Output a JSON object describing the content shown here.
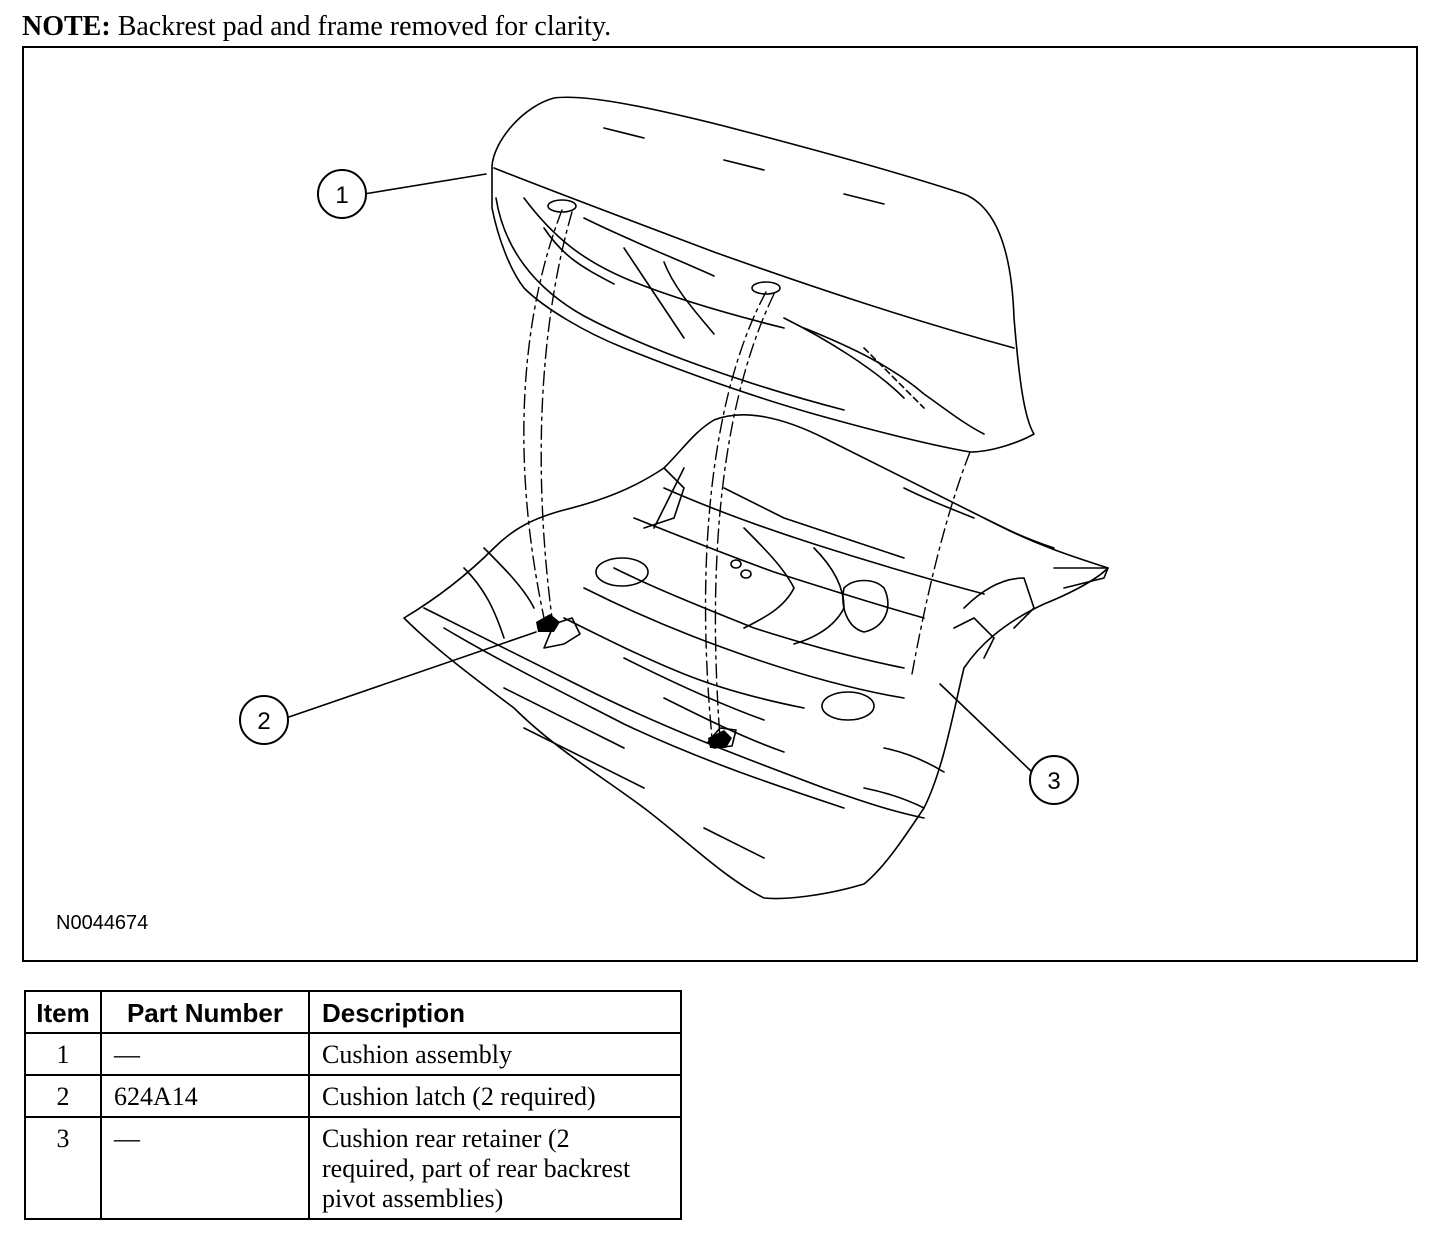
{
  "note": {
    "label": "NOTE:",
    "text": "Backrest pad and frame removed for clarity."
  },
  "figure": {
    "id": "N0044674",
    "callouts": [
      {
        "number": "1"
      },
      {
        "number": "2"
      },
      {
        "number": "3"
      }
    ]
  },
  "table": {
    "headers": [
      "Item",
      "Part Number",
      "Description"
    ],
    "rows": [
      {
        "item": "1",
        "part_number": "—",
        "description": "Cushion assembly"
      },
      {
        "item": "2",
        "part_number": "624A14",
        "description": "Cushion latch (2 required)"
      },
      {
        "item": "3",
        "part_number": "—",
        "description": "Cushion rear retainer (2 required, part of rear backrest pivot assemblies)"
      }
    ]
  }
}
